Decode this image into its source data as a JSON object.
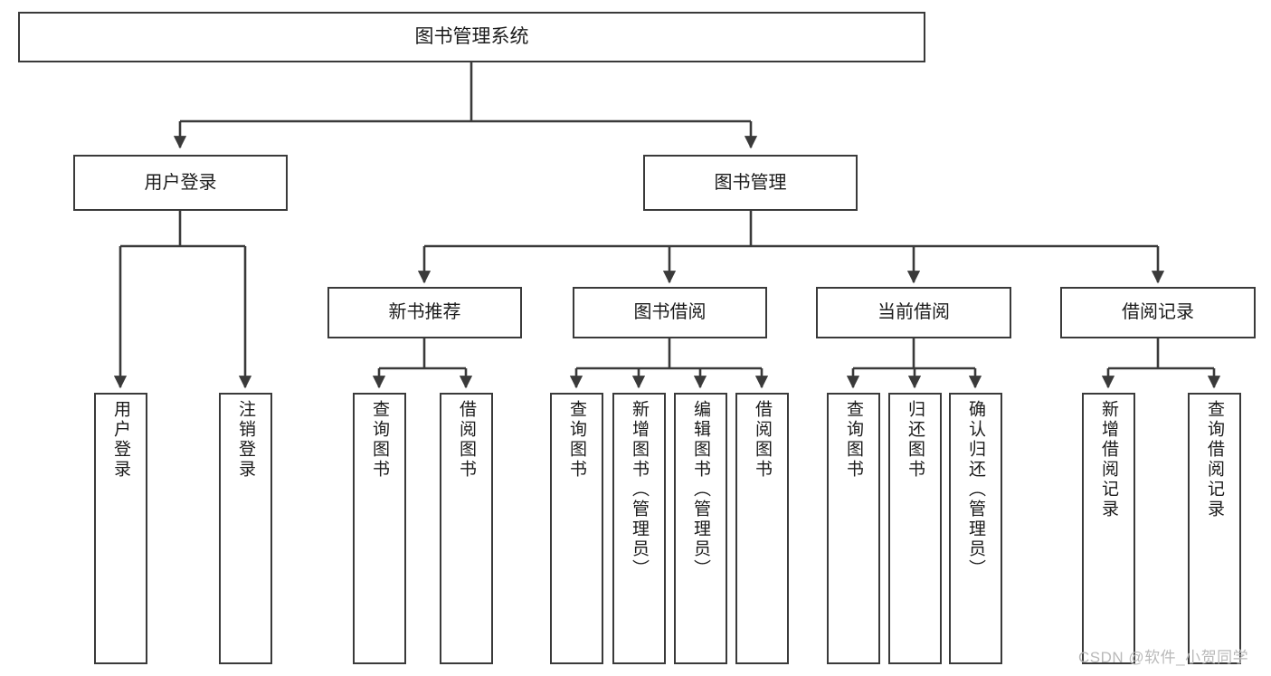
{
  "diagram": {
    "title": "图书管理系统",
    "type": "functional-decomposition-tree",
    "root": {
      "label": "图书管理系统"
    },
    "level1": [
      {
        "label": "用户登录"
      },
      {
        "label": "图书管理"
      }
    ],
    "level2": [
      {
        "label": "新书推荐"
      },
      {
        "label": "图书借阅"
      },
      {
        "label": "当前借阅"
      },
      {
        "label": "借阅记录"
      }
    ],
    "leaves": {
      "user_login": [
        {
          "label": "用户登录"
        },
        {
          "label": "注销登录"
        }
      ],
      "new_book_recommend": [
        {
          "label": "查询图书"
        },
        {
          "label": "借阅图书"
        }
      ],
      "book_borrow": [
        {
          "label": "查询图书"
        },
        {
          "label": "新增图书（管理员）"
        },
        {
          "label": "编辑图书（管理员）"
        },
        {
          "label": "借阅图书"
        }
      ],
      "current_borrow": [
        {
          "label": "查询图书"
        },
        {
          "label": "归还图书"
        },
        {
          "label": "确认归还（管理员）"
        }
      ],
      "borrow_record": [
        {
          "label": "新增借阅记录"
        },
        {
          "label": "查询借阅记录"
        }
      ]
    }
  },
  "watermark": {
    "text": "CSDN @软件_小贺同学"
  },
  "colors": {
    "stroke": "#3a3a3a",
    "text": "#1b1b1b",
    "background": "#ffffff",
    "watermark": "#b9b9b9"
  }
}
